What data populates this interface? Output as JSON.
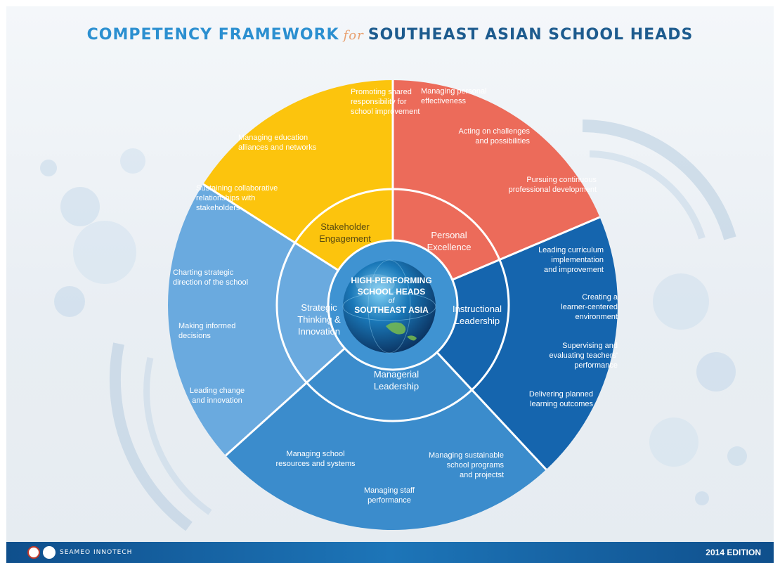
{
  "title": {
    "part1": "COMPETENCY FRAMEWORK",
    "part2": "for",
    "part3": "SOUTHEAST ASIAN SCHOOL HEADS"
  },
  "center": {
    "line1": "HIGH-PERFORMING",
    "line2": "SCHOOL HEADS",
    "line3": "of",
    "line4": "SOUTHEAST ASIA"
  },
  "domains": [
    {
      "name": [
        "Stakeholder",
        "Engagement"
      ],
      "color": "#fcc40d",
      "competencies": [
        [
          "Promoting shared",
          "responsibility for",
          "school improvement"
        ],
        [
          "Managing education",
          "alliances and networks"
        ],
        [
          "Sustaining collaborative",
          "relationships with",
          "stakeholders"
        ]
      ]
    },
    {
      "name": [
        "Personal",
        "Excellence"
      ],
      "color": "#ec6b5a",
      "competencies": [
        [
          "Managing personal",
          "effectiveness"
        ],
        [
          "Acting on challenges",
          "and possibilities"
        ],
        [
          "Pursuing continuous",
          "professional development"
        ]
      ]
    },
    {
      "name": [
        "Instructional",
        "Leadership"
      ],
      "color": "#1565ae",
      "competencies": [
        [
          "Leading curriculum",
          "implementation",
          "and improvement"
        ],
        [
          "Creating a",
          "learner-centered",
          "environment"
        ],
        [
          "Supervising and",
          "evaluating teachers'",
          "performance"
        ],
        [
          "Delivering planned",
          "learning outcomes"
        ]
      ]
    },
    {
      "name": [
        "Managerial",
        "Leadership"
      ],
      "color": "#3b8ccc",
      "competencies": [
        [
          "Managing school",
          "resources and systems"
        ],
        [
          "Managing staff",
          "performance"
        ],
        [
          "Managing sustainable",
          "school programs",
          "and projectst"
        ]
      ]
    },
    {
      "name": [
        "Strategic",
        "Thinking &",
        "Innovation"
      ],
      "color": "#6aaadf",
      "competencies": [
        [
          "Charting strategic",
          "direction of the school"
        ],
        [
          "Making informed",
          "decisions"
        ],
        [
          "Leading change",
          "and innovation"
        ]
      ]
    }
  ],
  "footer": {
    "logo_text": "SEAMEO INNOTECH",
    "edition": "2014 EDITION"
  }
}
